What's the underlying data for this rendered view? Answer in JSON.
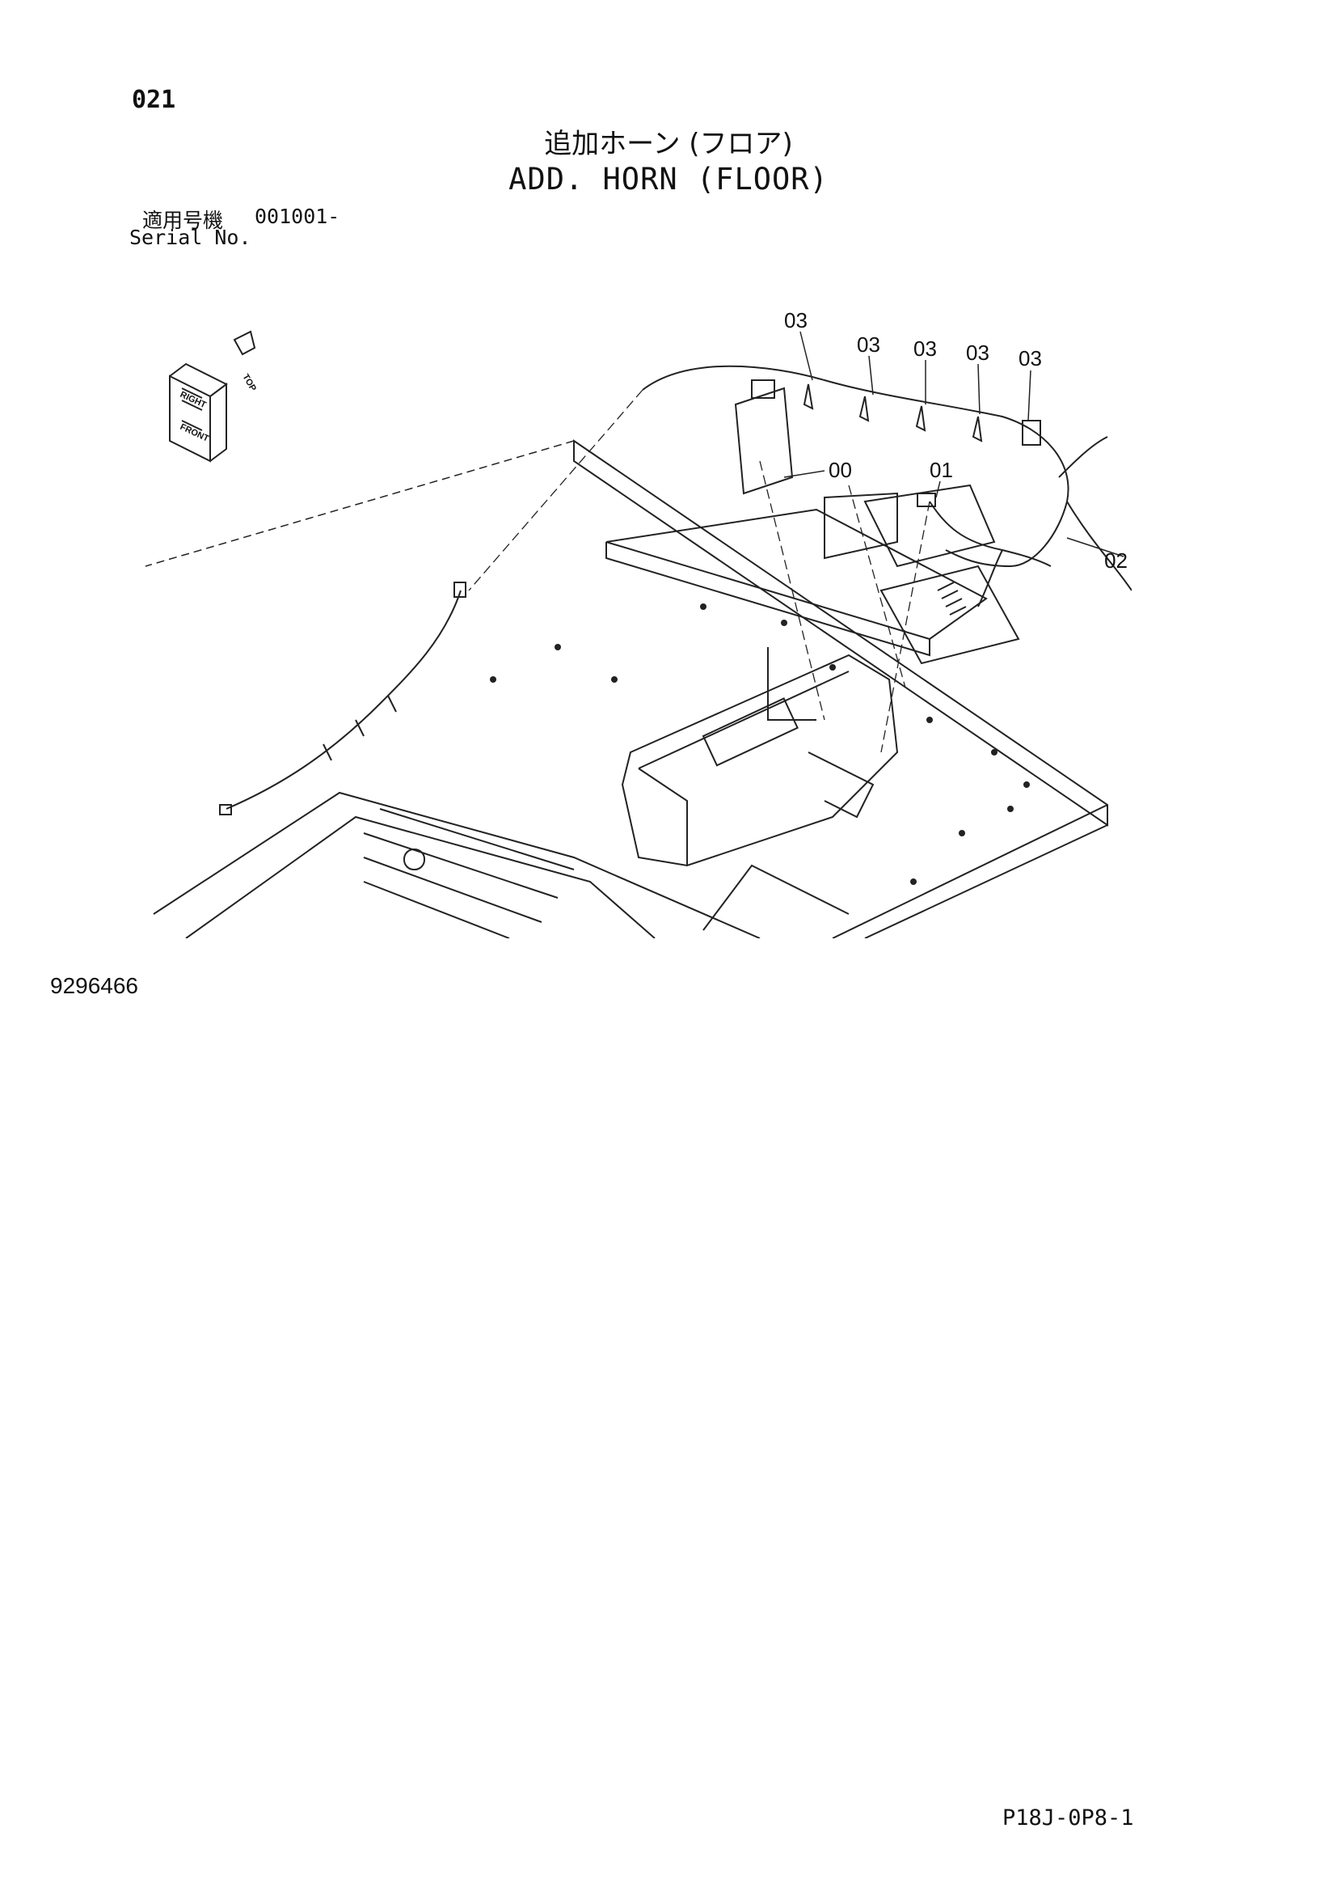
{
  "header": {
    "page_number": "021",
    "title_jp": "追加ホーン (フロア)",
    "title_en": "ADD. HORN (FLOOR)",
    "serial_label_jp": "適用号機",
    "serial_label_en": "Serial No.",
    "serial_value": "001001-"
  },
  "diagram": {
    "callouts": [
      "03",
      "03",
      "03",
      "03",
      "03",
      "00",
      "01",
      "02"
    ],
    "orientation": [
      "TOP",
      "RIGHT",
      "FRONT"
    ]
  },
  "footer": {
    "drawing_number": "9296466",
    "page_code": "P18J-0P8-1"
  }
}
